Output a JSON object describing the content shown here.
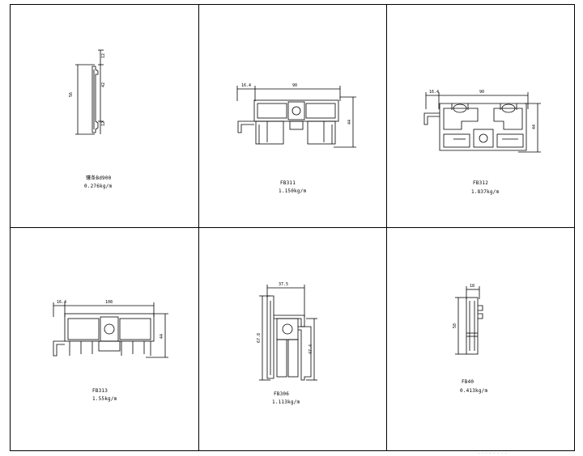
{
  "sheet": {
    "footer_note": "· · ·  · · ·  · ·"
  },
  "profiles": [
    {
      "code": "镶条Bd900",
      "weight": "0.276kg/m",
      "dims": {
        "height": "56",
        "a": "12",
        "b": "42",
        "c": "12"
      }
    },
    {
      "code": "FB311",
      "weight": "1.150kg/m",
      "dims": {
        "left": "16.4",
        "width": "90",
        "height": "44"
      }
    },
    {
      "code": "FB312",
      "weight": "1.837kg/m",
      "dims": {
        "left": "16.4",
        "width": "90",
        "height": "44"
      }
    },
    {
      "code": "FB313",
      "weight": "1.55kg/m",
      "dims": {
        "left": "16.4",
        "width": "108",
        "height": "44"
      }
    },
    {
      "code": "FB306",
      "weight": "1.113kg/m",
      "dims": {
        "top": "37.5",
        "height": "67.8",
        "inner": "47.4"
      }
    },
    {
      "code": "FB40",
      "weight": "0.413kg/m",
      "dims": {
        "top": "18",
        "height": "58"
      }
    }
  ]
}
